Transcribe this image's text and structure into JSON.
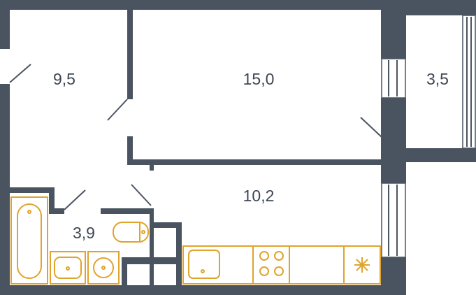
{
  "colors": {
    "wall": "#4a5461",
    "fixture": "#e0a32b",
    "floor": "#ffffff",
    "label": "#3d4753"
  },
  "rooms": [
    {
      "id": "hall",
      "area": "9,5"
    },
    {
      "id": "living",
      "area": "15,0"
    },
    {
      "id": "balcony",
      "area": "3,5"
    },
    {
      "id": "kitchen",
      "area": "10,2"
    },
    {
      "id": "bathroom",
      "area": "3,9"
    }
  ],
  "fixtures": [
    "bathtub",
    "sink",
    "washing-machine",
    "toilet",
    "kitchen-sink",
    "stove",
    "extractor-fan"
  ]
}
